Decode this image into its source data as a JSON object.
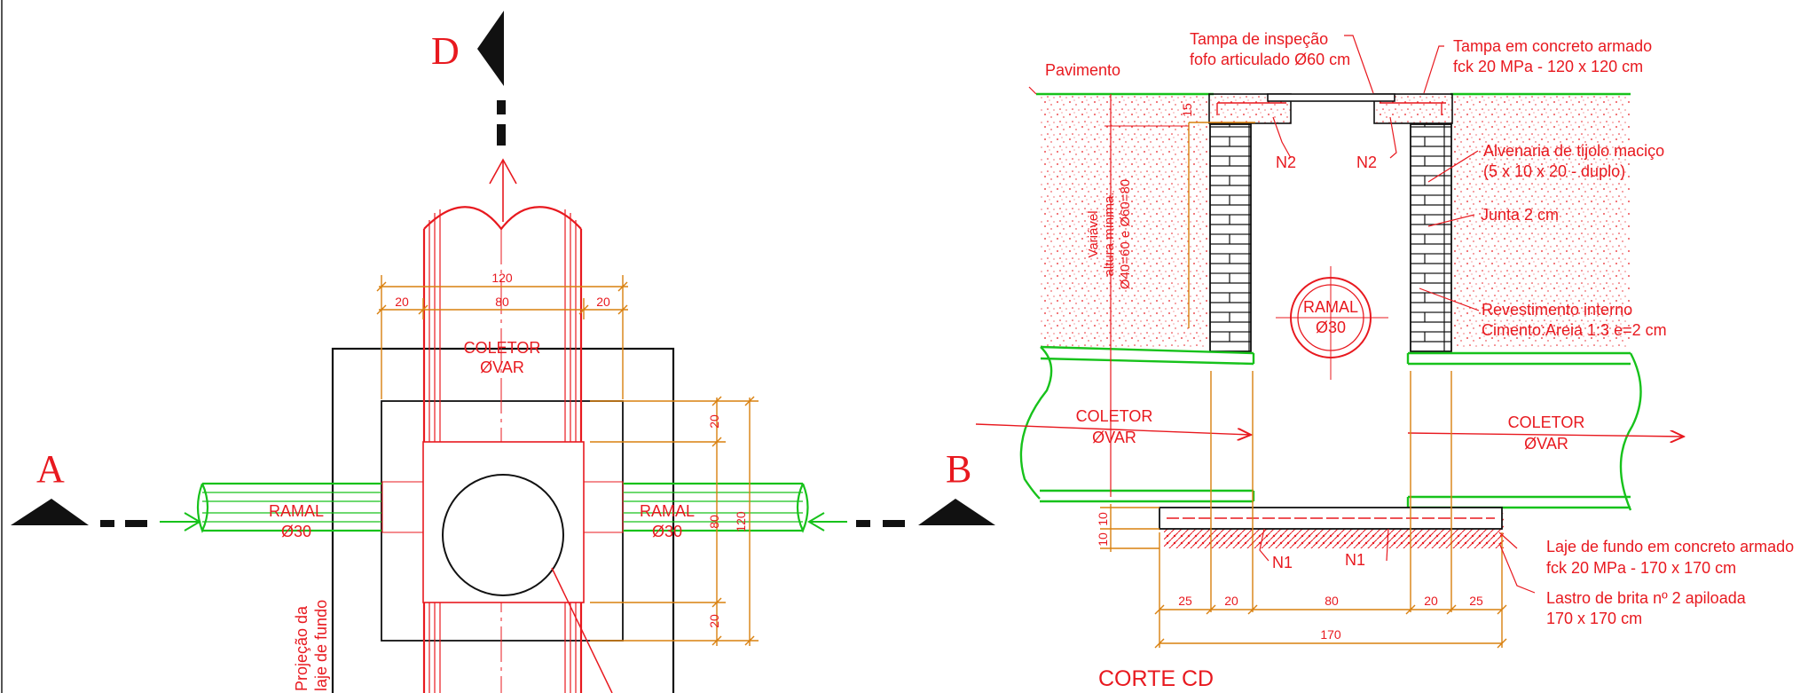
{
  "plan": {
    "section_marks": {
      "a": "A",
      "b": "B",
      "d": "D"
    },
    "coletor": [
      "COLETOR",
      "ØVAR"
    ],
    "ramal_left": [
      "RAMAL",
      "Ø30"
    ],
    "ramal_right": [
      "RAMAL",
      "Ø30"
    ],
    "projecao": [
      "Projeção da",
      "laje de fundo"
    ],
    "dims_h": {
      "total": "120",
      "left": "20",
      "mid": "80",
      "right": "20"
    },
    "dims_v": {
      "top": "20",
      "mid": "80",
      "bottom": "20",
      "total": "120"
    }
  },
  "section": {
    "title": "CORTE CD",
    "pavimento": "Pavimento",
    "tampa_inspecao": [
      "Tampa de inspeção",
      "fofo articulado Ø60 cm"
    ],
    "tampa_concreto": [
      "Tampa em concreto armado",
      "fck 20 MPa - 120 x 120 cm"
    ],
    "alvenaria": [
      "Alvenaria de tijolo maciço",
      "(5 x 10 x 20 - duplo)"
    ],
    "junta": "Junta 2 cm",
    "revestimento": [
      "Revestimento interno",
      "Cimento:Areia 1:3 e=2 cm"
    ],
    "laje": [
      "Laje de fundo em concreto armado",
      "fck 20 MPa - 170 x 170 cm"
    ],
    "lastro": [
      "Lastro de brita nº 2 apiloada",
      "170 x 170 cm"
    ],
    "n1": "N1",
    "n2": "N2",
    "ramal": [
      "RAMAL",
      "Ø30"
    ],
    "coletor_left": [
      "COLETOR",
      "ØVAR"
    ],
    "coletor_right": [
      "COLETOR",
      "ØVAR"
    ],
    "altura": [
      "Variável",
      "altura mínima:",
      "Ø40=60 e Ø60=80"
    ],
    "dim_15": "15",
    "dims_slab": [
      "10",
      "10"
    ],
    "dims_bottom": [
      "25",
      "20",
      "80",
      "20",
      "25"
    ],
    "dim_total": "170"
  },
  "colors": {
    "red": "#e8191f",
    "green": "#17c21b",
    "orange": "#d9800f",
    "black": "#111111"
  }
}
